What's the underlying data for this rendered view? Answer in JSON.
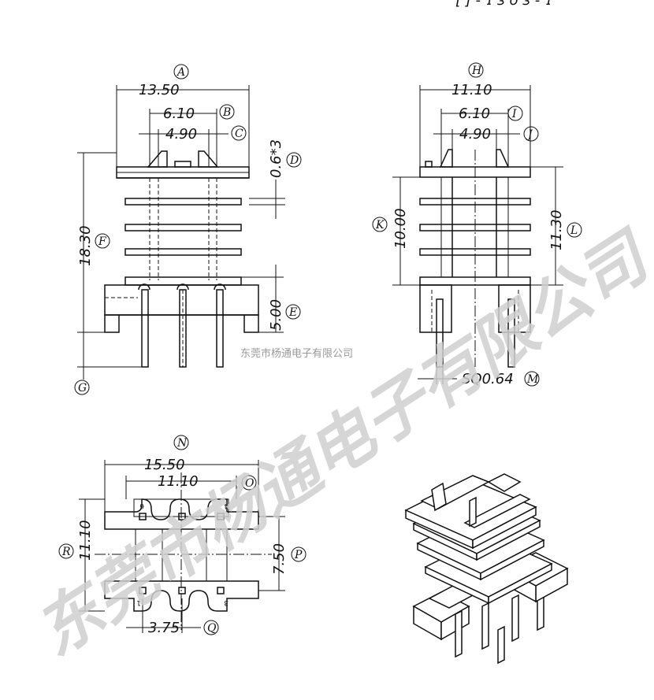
{
  "header_fragment": "[ ] - ɿ ɜ o ɜ - ɿ",
  "front_view": {
    "A": {
      "label": "A",
      "value": "13.50"
    },
    "B": {
      "label": "B",
      "value": "6.10"
    },
    "C": {
      "label": "C",
      "value": "4.90"
    },
    "D": {
      "label": "D",
      "value": "0.6*3"
    },
    "E": {
      "label": "E",
      "value": "5.00"
    },
    "F": {
      "label": "F",
      "value": "18.30"
    },
    "G": {
      "label": "G"
    }
  },
  "side_view": {
    "H": {
      "label": "H",
      "value": "11.10"
    },
    "I": {
      "label": "I",
      "value": "6.10"
    },
    "J": {
      "label": "J",
      "value": "4.90"
    },
    "K": {
      "label": "K",
      "value": "10.00"
    },
    "L": {
      "label": "L",
      "value": "11.30"
    },
    "M": {
      "label": "M",
      "value": "SQ0.64"
    }
  },
  "bottom_view": {
    "N": {
      "label": "N",
      "value": "15.50"
    },
    "O": {
      "label": "O",
      "value": "11.10"
    },
    "P": {
      "label": "P",
      "value": "7.50"
    },
    "Q": {
      "label": "Q",
      "value": "3.75"
    },
    "R": {
      "label": "R",
      "value": "11.10"
    },
    "pins_top": [
      "6",
      "",
      "4"
    ],
    "pins_bottom": [
      "1",
      "",
      "3"
    ]
  },
  "watermark": {
    "large": "东莞市杨通电子有限公司",
    "small": "东莞市杨通电子有限公司"
  }
}
